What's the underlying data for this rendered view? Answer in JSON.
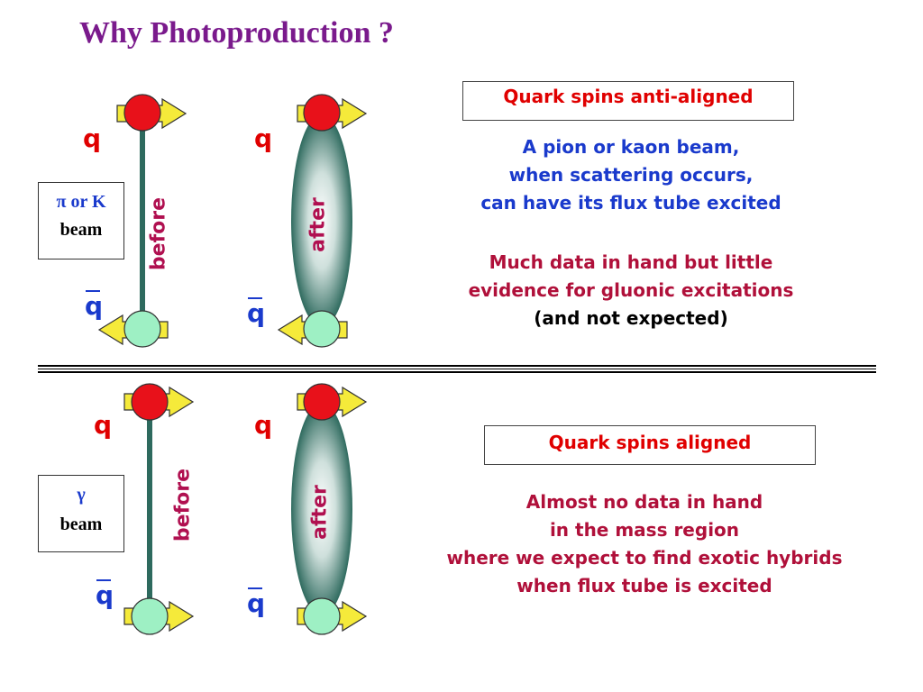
{
  "title": "Why Photoproduction ?",
  "top": {
    "quark_label": "q",
    "antiquark_label": "q",
    "beam_symbol": "π  or K",
    "beam_label": "beam",
    "before_label": "before",
    "after_label": "after",
    "box_title": "Quark spins anti-aligned",
    "text1": [
      "A pion or kaon beam,",
      "when scattering occurs,",
      "can have its flux tube excited"
    ],
    "text2": [
      "Much data in hand but little",
      "evidence for gluonic excitations"
    ],
    "text2_note": "(and not expected)"
  },
  "bottom": {
    "quark_label": "q",
    "antiquark_label": "q",
    "beam_symbol": "γ",
    "beam_label": "beam",
    "before_label": "before",
    "after_label": "after",
    "box_title": "Quark spins aligned",
    "text": [
      "Almost no data in hand",
      "in the mass region",
      "where we expect to find exotic hybrids",
      "when flux tube is excited"
    ]
  },
  "colors": {
    "title": "#7a1a8c",
    "quark_red": "#e8111a",
    "antiquark_green": "#9ef0c4",
    "flux_tube": "#2e6a5e",
    "arrow_yellow": "#f5ea3a",
    "text_blue": "#1a3acc",
    "text_crimson": "#b0103a"
  }
}
